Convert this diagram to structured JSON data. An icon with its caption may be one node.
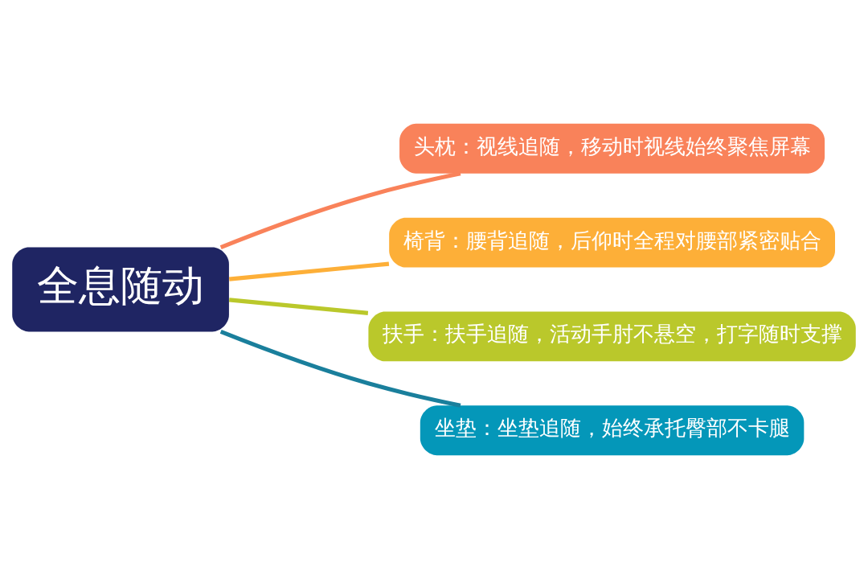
{
  "diagram": {
    "nodes": [
      {
        "text": [
          "全息随动"
        ]
      },
      {
        "text": [
          "头枕：视线追随，移动时视线始终聚焦屏幕"
        ]
      },
      {
        "text": [
          "椅背：腰背追随，后仰时全程对腰部紧密贴合"
        ]
      },
      {
        "text": [
          "扶手：扶手追随，活动手肘不悬空，打字随时支撑"
        ]
      },
      {
        "text": [
          "坐垫：坐垫追随，始终承托臀部不卡腿"
        ]
      }
    ],
    "edges": [
      {
        "from": 0,
        "to": 1,
        "arrow": "none",
        "color": "#f9825a"
      },
      {
        "from": 0,
        "to": 2,
        "arrow": "none",
        "color": "#fdaf38"
      },
      {
        "from": 0,
        "to": 3,
        "arrow": "none",
        "color": "#bac82b"
      },
      {
        "from": 0,
        "to": 4,
        "arrow": "none",
        "color": "#1a7f9c"
      }
    ]
  }
}
